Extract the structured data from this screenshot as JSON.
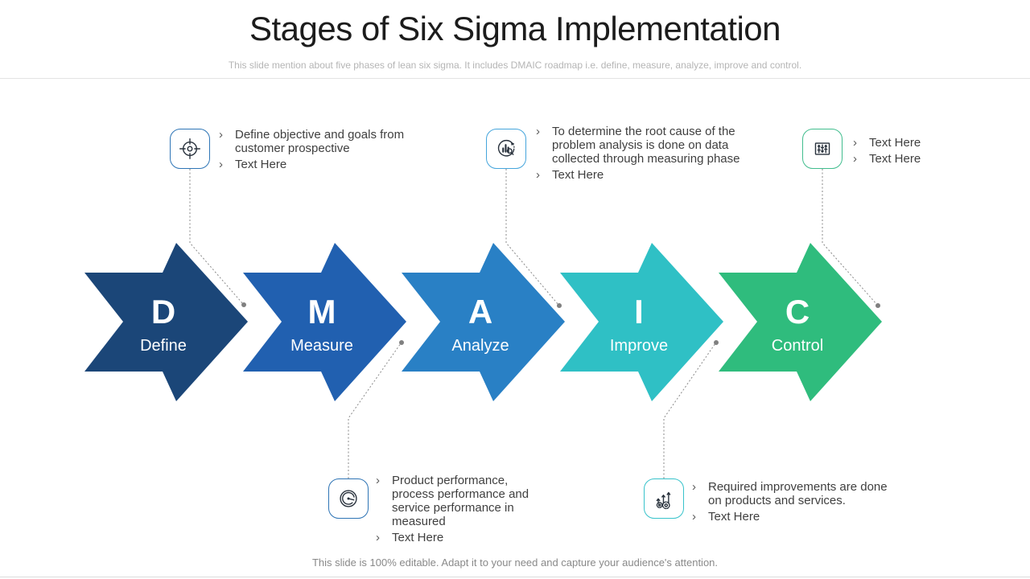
{
  "slide": {
    "title": "Stages of Six Sigma Implementation",
    "subtitle": "This slide mention about five phases of lean six sigma. It includes DMAIC roadmap i.e. define, measure, analyze, improve and control.",
    "footer": "This slide is 100% editable. Adapt it to your need and capture your audience's attention."
  },
  "bullet_char": "›",
  "connector_color": "#8a8a8a",
  "stages": [
    {
      "letter": "D",
      "label": "Define",
      "color": "#1b4678",
      "icon": "target-icon",
      "icon_border": "#2e75b6",
      "callout_position": "top",
      "notes": [
        "Define objective and goals from customer prospective",
        "Text Here"
      ]
    },
    {
      "letter": "M",
      "label": "Measure",
      "color": "#2160b0",
      "icon": "gauge-icon",
      "icon_border": "#2e74b5",
      "callout_position": "bottom",
      "notes": [
        "Product performance, process performance and service performance in measured",
        "Text Here"
      ]
    },
    {
      "letter": "A",
      "label": "Analyze",
      "color": "#2980c5",
      "icon": "chart-search-icon",
      "icon_border": "#45a5dc",
      "callout_position": "top",
      "notes": [
        "To determine the root cause of the problem analysis is done on data collected through measuring phase",
        "Text Here"
      ]
    },
    {
      "letter": "I",
      "label": "Improve",
      "color": "#2fc0c5",
      "icon": "growth-gears-icon",
      "icon_border": "#38c3cb",
      "callout_position": "bottom",
      "notes": [
        "Required improvements are done on products and services.",
        "Text Here"
      ]
    },
    {
      "letter": "C",
      "label": "Control",
      "color": "#2fbc7d",
      "icon": "sliders-icon",
      "icon_border": "#41bd8e",
      "callout_position": "top",
      "notes": [
        "Text Here",
        "Text Here"
      ]
    }
  ]
}
